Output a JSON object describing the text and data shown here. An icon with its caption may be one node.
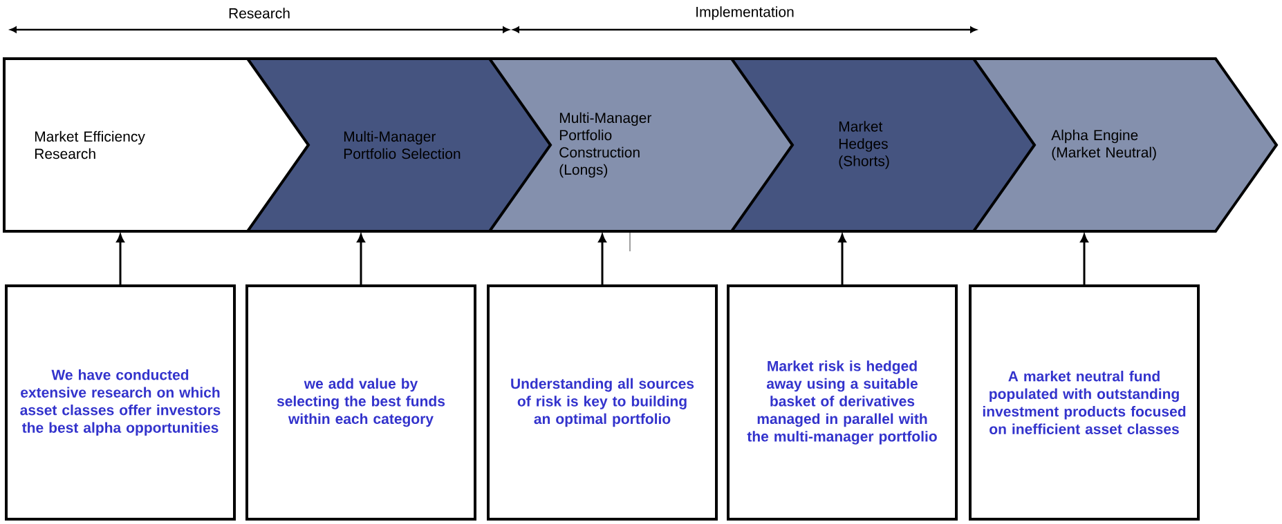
{
  "diagram": {
    "nodes": [
      {
        "text": [
          "Market Efficiency Research"
        ]
      },
      {
        "text": [
          "Multi-Manager Portfolio Selection"
        ]
      },
      {
        "text": [
          "Multi-Manager Portfolio Construction (Longs)"
        ]
      },
      {
        "text": [
          "Market Hedges (Shorts)"
        ]
      },
      {
        "text": [
          "Alpha Engine (Market Neutral)"
        ]
      },
      {
        "text": [
          "We have conducted extensive research on which asset classes offer investors the best alpha opportunities"
        ]
      },
      {
        "text": [
          "we add value by selecting the best funds within each category"
        ]
      },
      {
        "text": [
          "Understanding all sources of risk is key to building an optimal portfolio"
        ]
      },
      {
        "text": [
          "Market risk is hedged away using a suitable basket of derivatives managed in parallel with the multi-manager portfolio"
        ]
      },
      {
        "text": [
          "A market neutral fund populated with outstanding investment products focused on inefficient asset classes"
        ]
      }
    ],
    "edges": [
      {
        "from": 5,
        "to": 0,
        "arrow": "to"
      },
      {
        "from": 6,
        "to": 1,
        "arrow": "to"
      },
      {
        "from": 7,
        "to": 2,
        "arrow": "to"
      },
      {
        "from": 8,
        "to": 3,
        "arrow": "to"
      },
      {
        "from": 9,
        "to": 4,
        "arrow": "to"
      }
    ],
    "labels": [
      "Research",
      "Implementation"
    ]
  }
}
